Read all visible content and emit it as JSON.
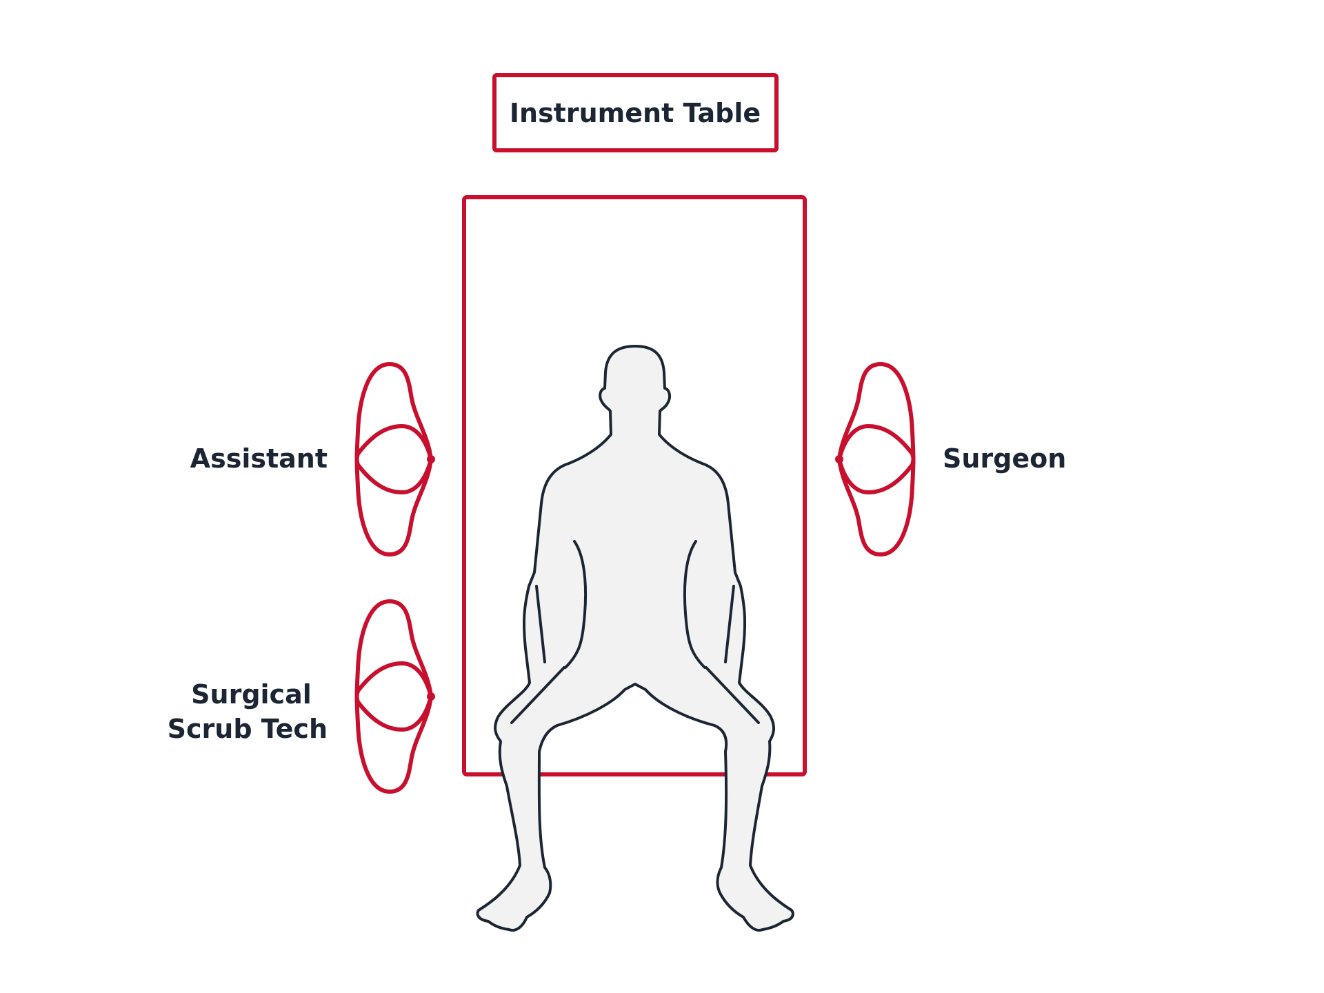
{
  "labels": {
    "instrument_table": "Instrument Table",
    "assistant": "Assistant",
    "surgeon": "Surgeon",
    "scrub_tech_line1": "Surgical",
    "scrub_tech_line2": "Scrub Tech"
  },
  "colors": {
    "accent": "#c8102e",
    "text": "#1b2533",
    "patient_fill": "#f2f2f2",
    "background": "#ffffff"
  },
  "icons": {
    "person_top_view": "person-top-view-icon",
    "patient": "patient-silhouette-icon"
  }
}
